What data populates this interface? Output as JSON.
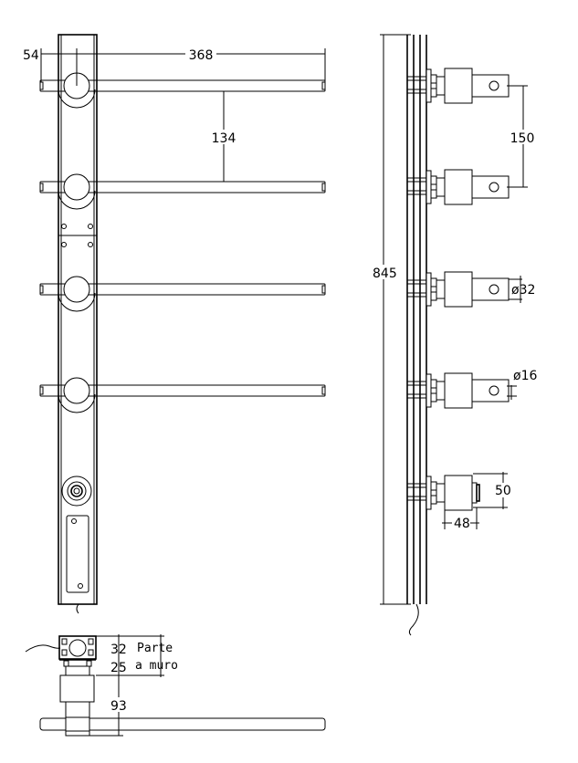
{
  "drawing": {
    "front_view": {
      "dimensions": {
        "offset": "54",
        "bar_length": "368",
        "bar_spacing": "134"
      },
      "bar_count": 4
    },
    "side_view": {
      "dimensions": {
        "height": "845",
        "spacing": "150",
        "diameter_outer": "ø32",
        "diameter_inner": "ø16",
        "knob_height": "50",
        "knob_depth": "48"
      },
      "bracket_count": 5
    },
    "top_view": {
      "dimensions": {
        "wall_part": "32",
        "gap": "25",
        "projection": "93"
      },
      "note_line1": "Parte",
      "note_line2": "a muro"
    }
  }
}
